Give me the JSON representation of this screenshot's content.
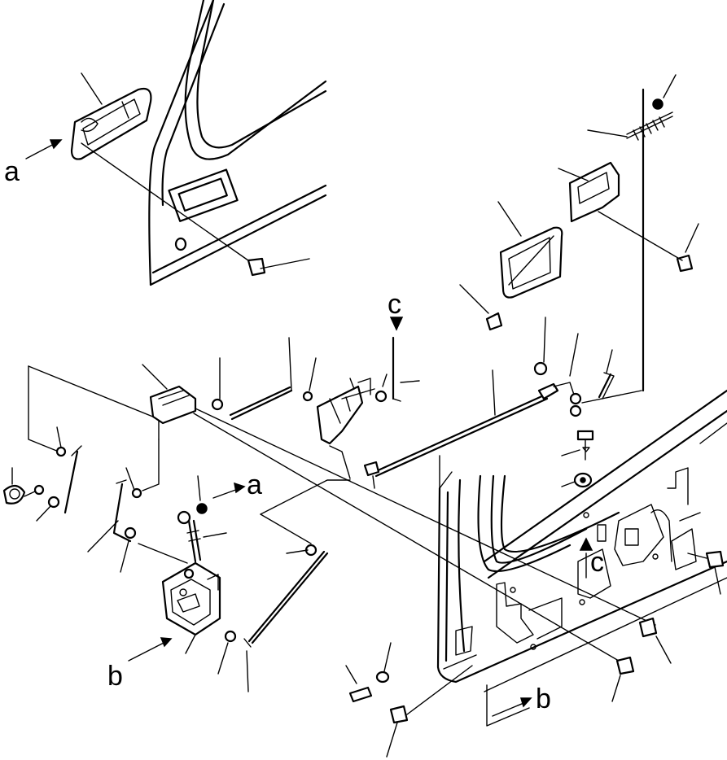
{
  "figure": {
    "callouts": {
      "a_top_left": "a",
      "a_mid": "a",
      "b_lower_left": "b",
      "b_lower_right": "b",
      "c_top": "c",
      "c_right": "c"
    }
  }
}
